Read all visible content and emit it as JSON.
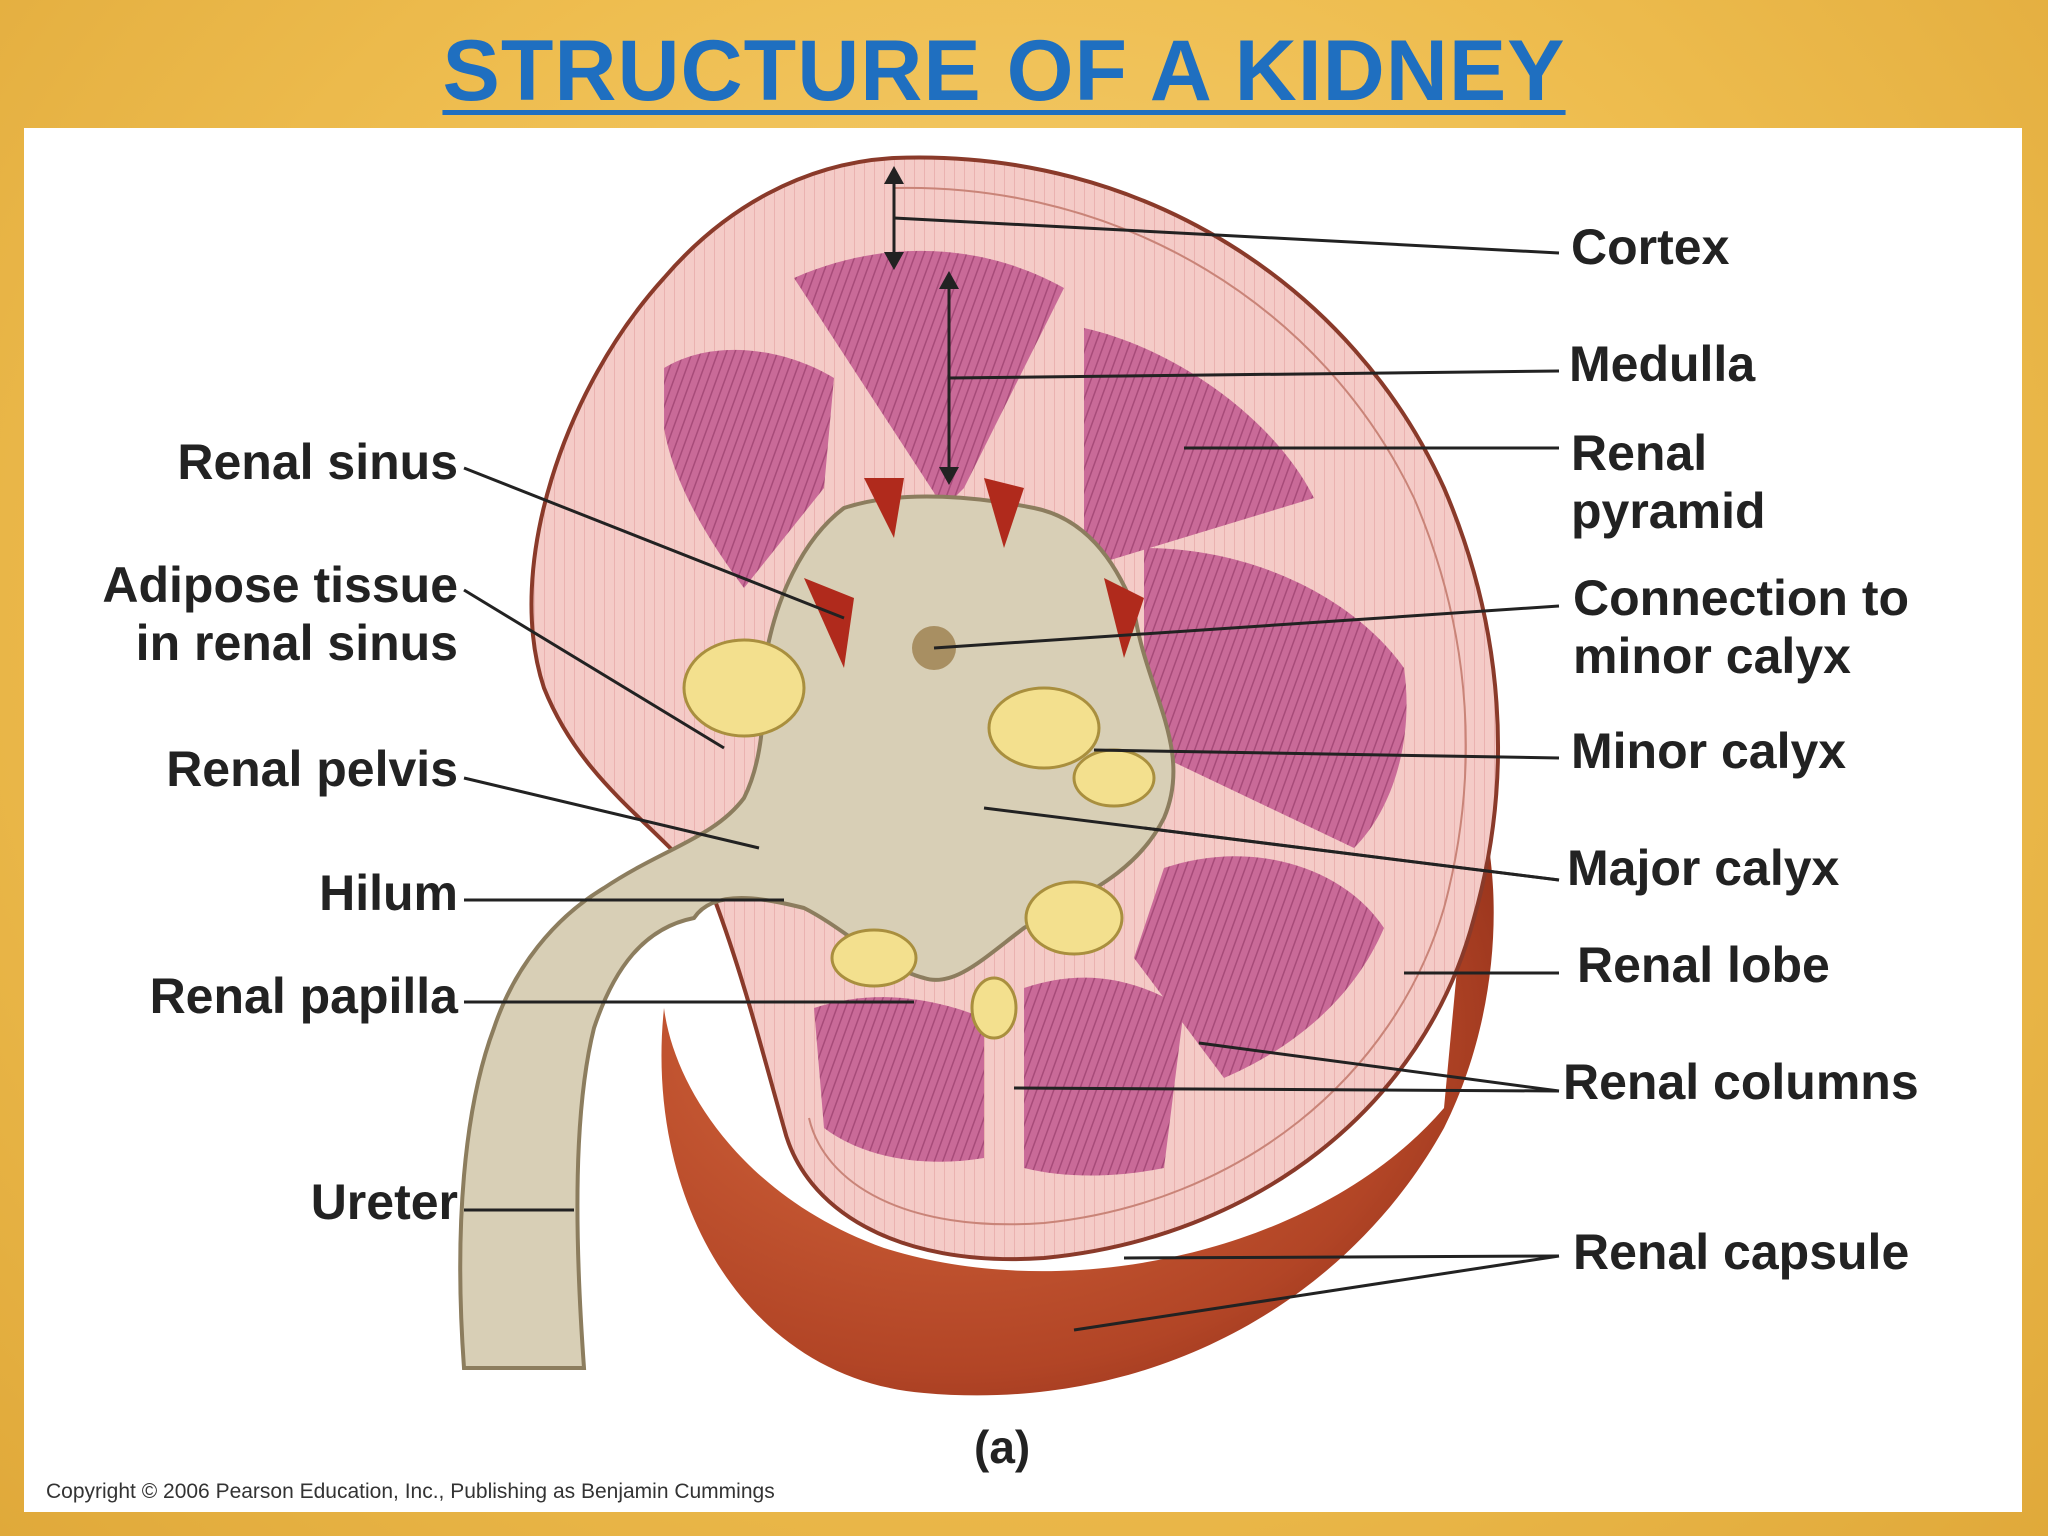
{
  "title": "STRUCTURE OF A KIDNEY",
  "labels": {
    "cortex": "Cortex",
    "medulla": "Medulla",
    "renal_pyramid_1": "Renal",
    "renal_pyramid_2": "pyramid",
    "connection_1": "Connection to",
    "connection_2": "minor calyx",
    "minor_calyx": "Minor calyx",
    "major_calyx": "Major calyx",
    "renal_lobe": "Renal lobe",
    "renal_columns": "Renal columns",
    "renal_capsule": "Renal capsule",
    "renal_sinus": "Renal sinus",
    "adipose_1": "Adipose tissue",
    "adipose_2": "in renal sinus",
    "renal_pelvis": "Renal pelvis",
    "hilum": "Hilum",
    "renal_papilla": "Renal papilla",
    "ureter": "Ureter"
  },
  "panel_tag": "(a)",
  "copyright": "Copyright © 2006 Pearson Education, Inc., Publishing as Benjamin Cummings",
  "colors": {
    "title": "#1f6fc0",
    "cortex": "#f3c6c4",
    "pyramid": "#c86a95",
    "capsule": "#a83a22",
    "sinus": "#d9d0b8",
    "fat": "#f3e08e"
  }
}
